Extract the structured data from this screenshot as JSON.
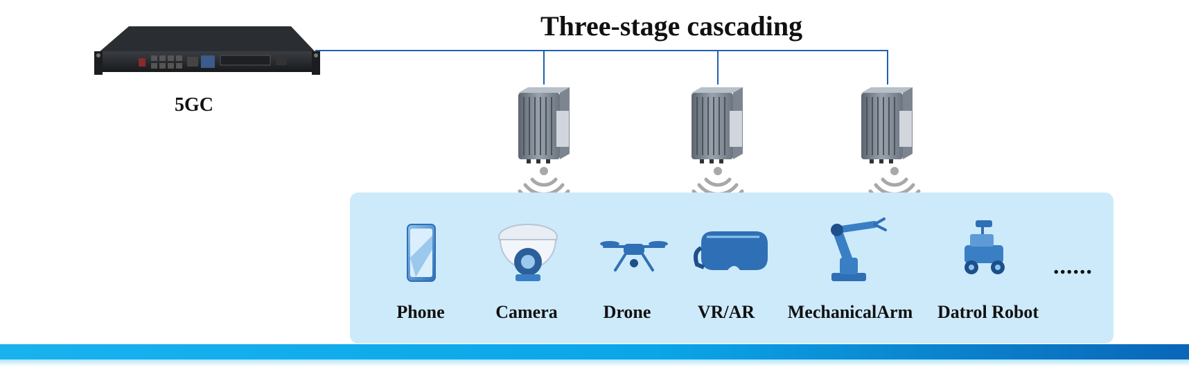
{
  "diagram": {
    "title": "Three-stage cascading",
    "core_label": "5GC",
    "ellipsis": "......",
    "devices": [
      {
        "label": "Phone",
        "icon": "phone-icon"
      },
      {
        "label": "Camera",
        "icon": "camera-icon"
      },
      {
        "label": "Drone",
        "icon": "drone-icon"
      },
      {
        "label": "VR/AR",
        "icon": "vr-headset-icon"
      },
      {
        "label": "MechanicalArm",
        "icon": "robotic-arm-icon"
      },
      {
        "label": "Datrol Robot",
        "icon": "patrol-robot-icon"
      }
    ],
    "base_stations": [
      {
        "icon": "base-station-icon"
      },
      {
        "icon": "base-station-icon"
      },
      {
        "icon": "base-station-icon"
      }
    ],
    "colors": {
      "line": "#1f5fae",
      "panel": "#cdeafb",
      "device_blue": "#3a7fc4",
      "signal": "#a8a8a8"
    }
  }
}
